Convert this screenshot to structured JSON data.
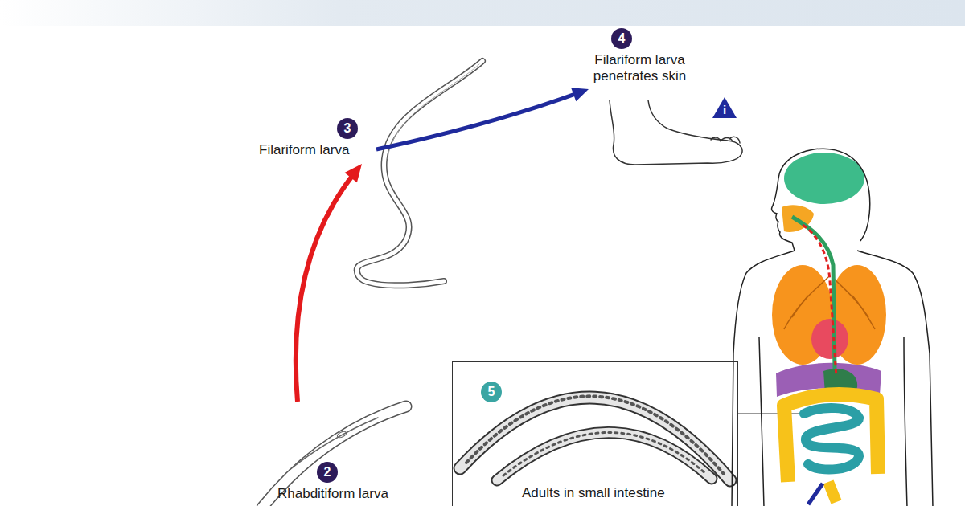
{
  "diagram": {
    "nodes": [
      {
        "text": [
          "4",
          "Filariform larva penetrates skin"
        ]
      },
      {
        "text": [
          "i"
        ]
      },
      {
        "text": [
          "3",
          "Filariform larva"
        ]
      },
      {
        "text": [
          "5",
          "Adults in small intestine"
        ]
      },
      {
        "text": [
          "2",
          "Rhabditiform larva"
        ]
      }
    ],
    "edges": [
      {
        "from": 4,
        "to": 2,
        "arrow": "to"
      },
      {
        "from": 2,
        "to": 0,
        "arrow": "to"
      }
    ]
  }
}
